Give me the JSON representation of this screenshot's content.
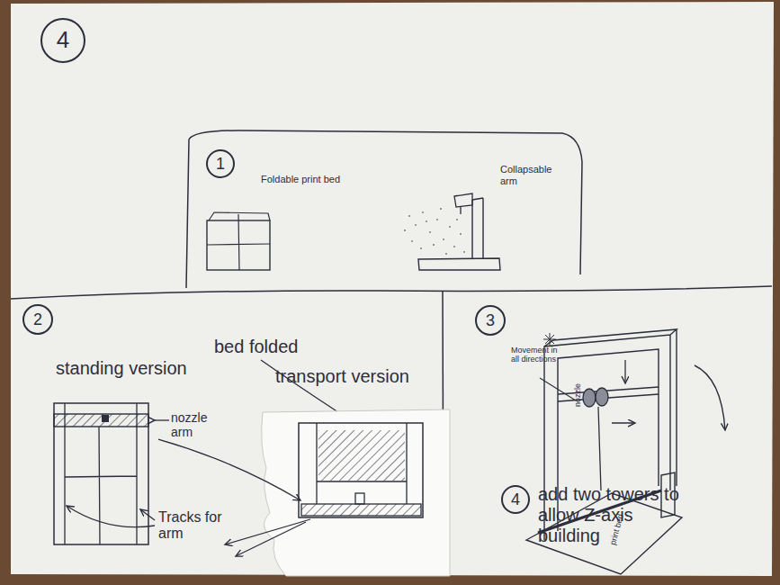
{
  "diagram": {
    "nodes": [
      {
        "text": [
          "4"
        ]
      },
      {
        "text": [
          "Foldable print bed",
          "Collapsable arm"
        ]
      },
      {
        "text": [
          "1"
        ],
        "in": 1
      },
      {
        "text": [
          "standing version",
          "bed folded",
          "transport version",
          "nozzle arm",
          "Tracks for arm"
        ]
      },
      {
        "text": [
          "2"
        ],
        "in": 3
      },
      {
        "text": [
          "Movement in all directions",
          "nozzle",
          "print bed",
          "add two towers to allow Z-axis building"
        ]
      },
      {
        "text": [
          "3"
        ],
        "in": 5
      },
      {
        "text": [
          "4"
        ],
        "in": 5
      }
    ]
  }
}
